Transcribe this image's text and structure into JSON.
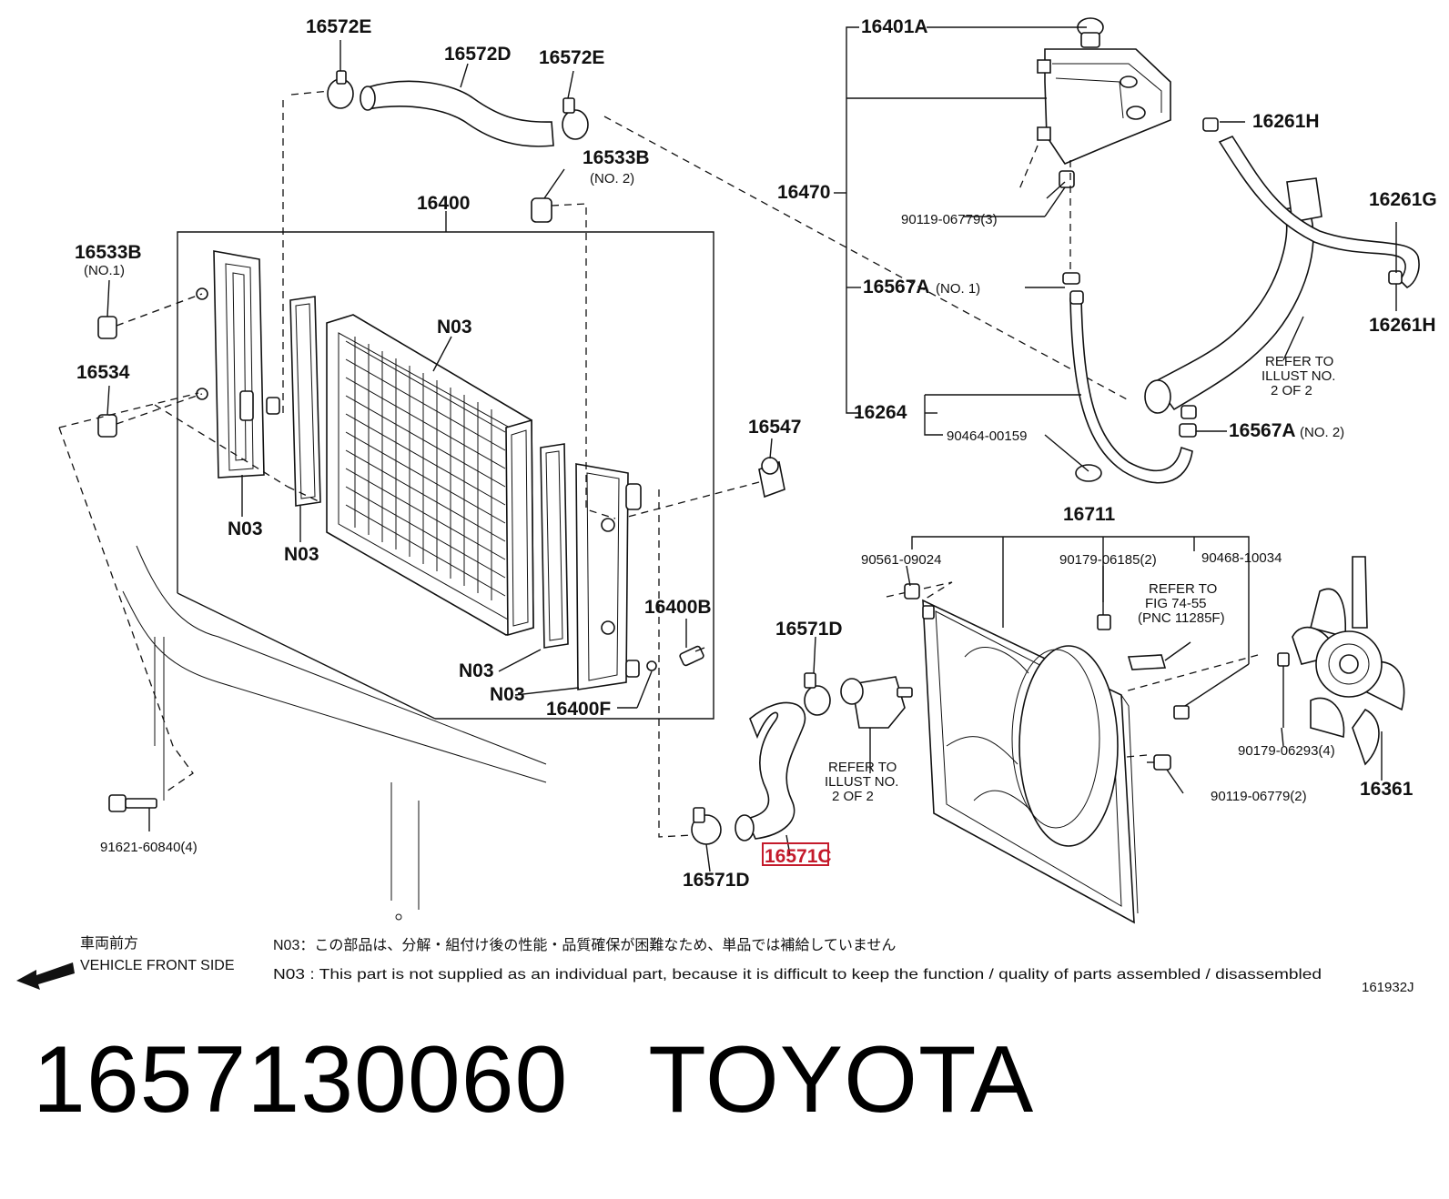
{
  "callouts": {
    "c16572E_a": "16572E",
    "c16572D": "16572D",
    "c16572E_b": "16572E",
    "c16533B_top": "16533B",
    "c16533B_top_sub": "(NO. 2)",
    "c16400": "16400",
    "c16533B_left": "16533B",
    "c16533B_left_sub": "(NO.1)",
    "c16534": "16534",
    "cN03_core": "N03",
    "cN03_tank": "N03",
    "cN03_seal": "N03",
    "cN03_rseal": "N03",
    "cN03_rtank": "N03",
    "c16547": "16547",
    "c16400B": "16400B",
    "c16400F": "16400F",
    "c91621": "91621-60840(4)",
    "c16401A": "16401A",
    "c16261H_a": "16261H",
    "c16470": "16470",
    "c90119_a": "90119-06779(3)",
    "c16261G": "16261G",
    "c16567A_1": "16567A",
    "c16567A_1_sub": "(NO. 1)",
    "c16261H_b": "16261H",
    "cRefer1": [
      "REFER TO",
      "ILLUST NO.",
      "2 OF 2"
    ],
    "c16264": "16264",
    "c90464": "90464-00159",
    "c16567A_2": "16567A",
    "c16567A_2_sub": "(NO. 2)",
    "c16711": "16711",
    "c90561": "90561-09024",
    "c90179_a": "90179-06185(2)",
    "c90468": "90468-10034",
    "cRefer2": [
      "REFER TO",
      "FIG 74-55",
      "(PNC 11285F)"
    ],
    "c16571D_a": "16571D",
    "cRefer3": [
      "REFER TO",
      "ILLUST NO.",
      "2 OF 2"
    ],
    "c90179_b": "90179-06293(4)",
    "c90119_b": "90119-06779(2)",
    "c16361": "16361",
    "c16571C": "16571C",
    "c16571D_b": "16571D"
  },
  "legend": {
    "direction_jp": "車両前方",
    "direction_en": "VEHICLE FRONT SIDE",
    "note_jp": "N03：この部品は、分解・組付け後の性能・品質確保が困難なため、単品では補給していません",
    "note_en": "N03 : This part is not supplied as an individual part, because it is difficult to keep the function / quality of parts assembled / disassembled",
    "illust_id": "161932J"
  },
  "caption": {
    "part_number": "1657130060",
    "brand": "TOYOTA"
  },
  "colors": {
    "highlight": "#c41a2b",
    "line": "#111111"
  }
}
